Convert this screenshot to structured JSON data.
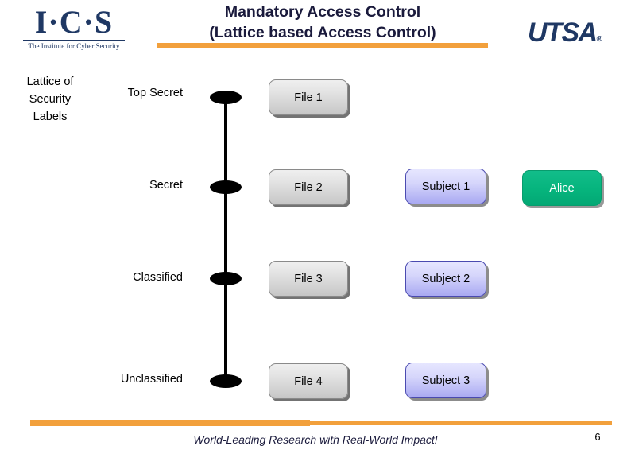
{
  "header": {
    "logo_left": {
      "mark": "I·C·S",
      "subtitle": "The Institute for Cyber Security"
    },
    "title_line1": "Mandatory Access Control",
    "title_line2": "(Lattice based Access Control)",
    "logo_right": {
      "text": "UTSA",
      "registered": "®"
    },
    "accent_color": "#F2A03C",
    "title_color": "#1A1A3C"
  },
  "diagram": {
    "section_heading": {
      "line1": "Lattice of",
      "line2": "Security",
      "line3": "Labels"
    },
    "levels": [
      {
        "label": "Top Secret",
        "node": true,
        "file": "File 1",
        "subject": null,
        "user": null
      },
      {
        "label": "Secret",
        "node": true,
        "file": "File 2",
        "subject": "Subject 1",
        "user": "Alice"
      },
      {
        "label": "Classified",
        "node": true,
        "file": "File 3",
        "subject": "Subject 2",
        "user": null
      },
      {
        "label": "Unclassified",
        "node": true,
        "file": "File 4",
        "subject": "Subject 3",
        "user": null
      }
    ],
    "colors": {
      "node": "#000000",
      "file_box": "#d5d5d5",
      "subject_box": "#c9c9f7",
      "user_box": "#06b47d",
      "user_text": "#ffffff"
    }
  },
  "footer": {
    "tagline": "World-Leading Research with Real-World Impact!",
    "page_number": "6",
    "bar_color": "#F2A03C"
  }
}
